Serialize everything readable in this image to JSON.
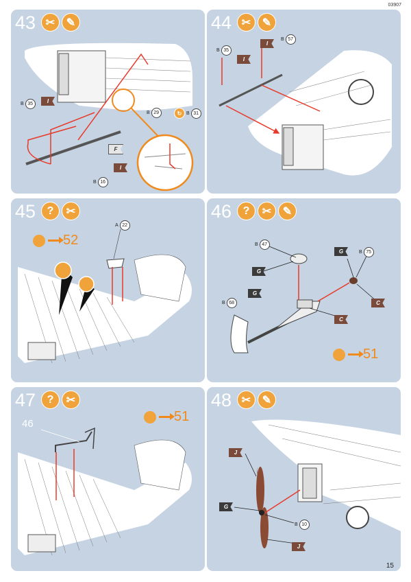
{
  "header": {
    "code": "03907"
  },
  "footer": {
    "page_number": "15"
  },
  "steps": [
    {
      "number": "43",
      "parts": [
        {
          "ref": "B",
          "num": "35"
        },
        {
          "ref": "B",
          "num": "29"
        },
        {
          "ref": "B",
          "num": "31"
        },
        {
          "ref": "B",
          "num": "16"
        }
      ],
      "flags": [
        "I",
        "F",
        "I"
      ]
    },
    {
      "number": "44",
      "parts": [
        {
          "ref": "B",
          "num": "35"
        },
        {
          "ref": "B",
          "num": "57"
        }
      ],
      "flags": [
        "I",
        "I"
      ]
    },
    {
      "number": "45",
      "parts": [
        {
          "ref": "A",
          "num": "22"
        }
      ],
      "ref_to": "52",
      "help": "?"
    },
    {
      "number": "46",
      "parts": [
        {
          "ref": "B",
          "num": "47"
        },
        {
          "ref": "B",
          "num": "75"
        },
        {
          "ref": "B",
          "num": "68"
        }
      ],
      "flags": [
        "G",
        "G",
        "G",
        "C",
        "C"
      ],
      "ref_to": "51",
      "help": "?"
    },
    {
      "number": "47",
      "ref_to": "51",
      "sub_label": "46",
      "help": "?"
    },
    {
      "number": "48",
      "parts": [
        {
          "ref": "B",
          "num": "10"
        }
      ],
      "flags": [
        "J",
        "G",
        "J"
      ]
    }
  ]
}
